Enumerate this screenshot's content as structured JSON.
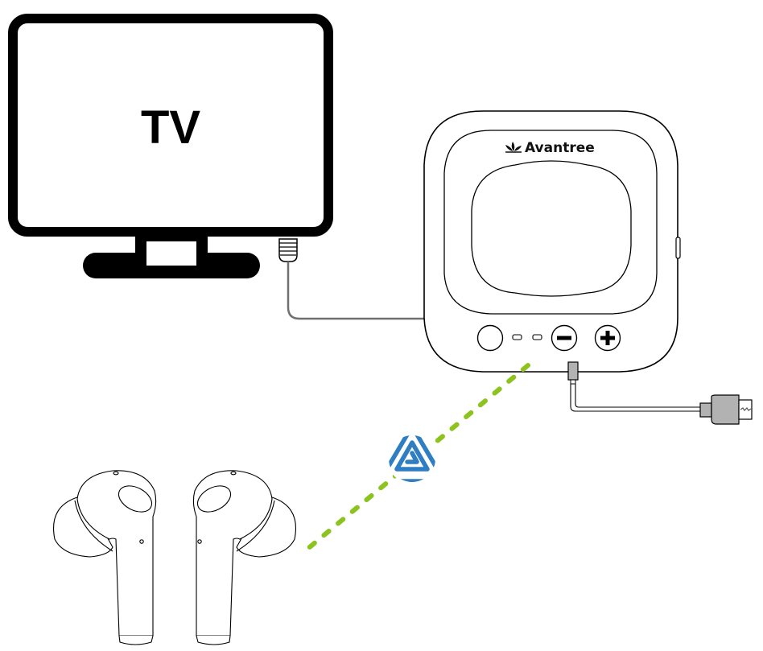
{
  "diagram": {
    "tv": {
      "label": "TV",
      "port": "optical-audio-out"
    },
    "transmitter": {
      "brand": "Avantree",
      "brand_icon": "lotus-logo-icon",
      "buttons": [
        {
          "name": "power-button",
          "symbol": ""
        },
        {
          "name": "volume-down-button",
          "symbol": "−"
        },
        {
          "name": "volume-up-button",
          "symbol": "+"
        }
      ],
      "indicators": [
        "led-indicator-1",
        "led-indicator-2"
      ]
    },
    "connections": [
      {
        "from": "tv",
        "to": "transmitter",
        "type": "optical-cable"
      },
      {
        "from": "transmitter",
        "to": "usb-power",
        "type": "usb-cable"
      },
      {
        "from": "transmitter",
        "to": "earbuds",
        "type": "wireless"
      }
    ],
    "wireless": {
      "icon": "aptx-adaptive-icon",
      "line_color": "#8cc31f",
      "icon_color": "#2f7ec3"
    },
    "earbuds": {
      "count": 2
    },
    "colors": {
      "outline": "#000000",
      "cable": "#707070",
      "connector": "#b2b2b2"
    }
  }
}
